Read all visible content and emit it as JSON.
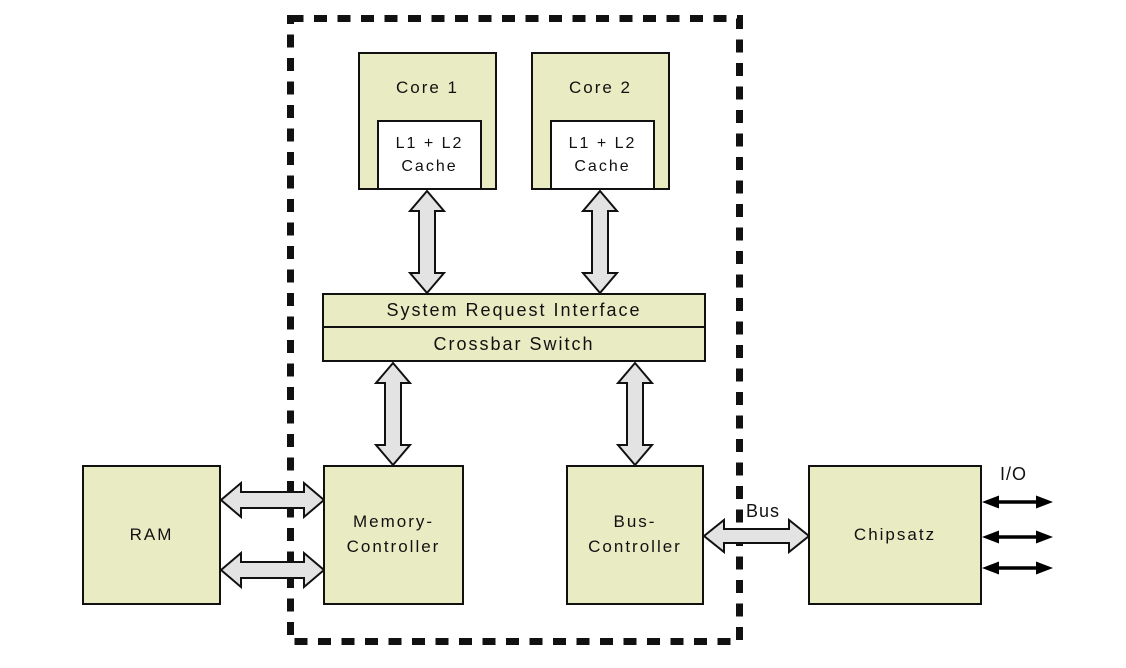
{
  "colors": {
    "box_fill": "#e9ebc3",
    "arrow_fill": "#e3e3e3",
    "outline": "#111111",
    "background": "#ffffff"
  },
  "nodes": {
    "core1": {
      "label": "Core 1"
    },
    "core2": {
      "label": "Core 2"
    },
    "cache1": {
      "line1": "L1 + L2",
      "line2": "Cache"
    },
    "cache2": {
      "line1": "L1 + L2",
      "line2": "Cache"
    },
    "sri": {
      "label": "System Request Interface"
    },
    "crossbar": {
      "label": "Crossbar Switch"
    },
    "ram": {
      "label": "RAM"
    },
    "memory_controller": {
      "line1": "Memory-",
      "line2": "Controller"
    },
    "bus_controller": {
      "line1": "Bus-",
      "line2": "Controller"
    },
    "chipset": {
      "label": "Chipsatz"
    }
  },
  "annotations": {
    "bus": "Bus",
    "io": "I/O"
  }
}
